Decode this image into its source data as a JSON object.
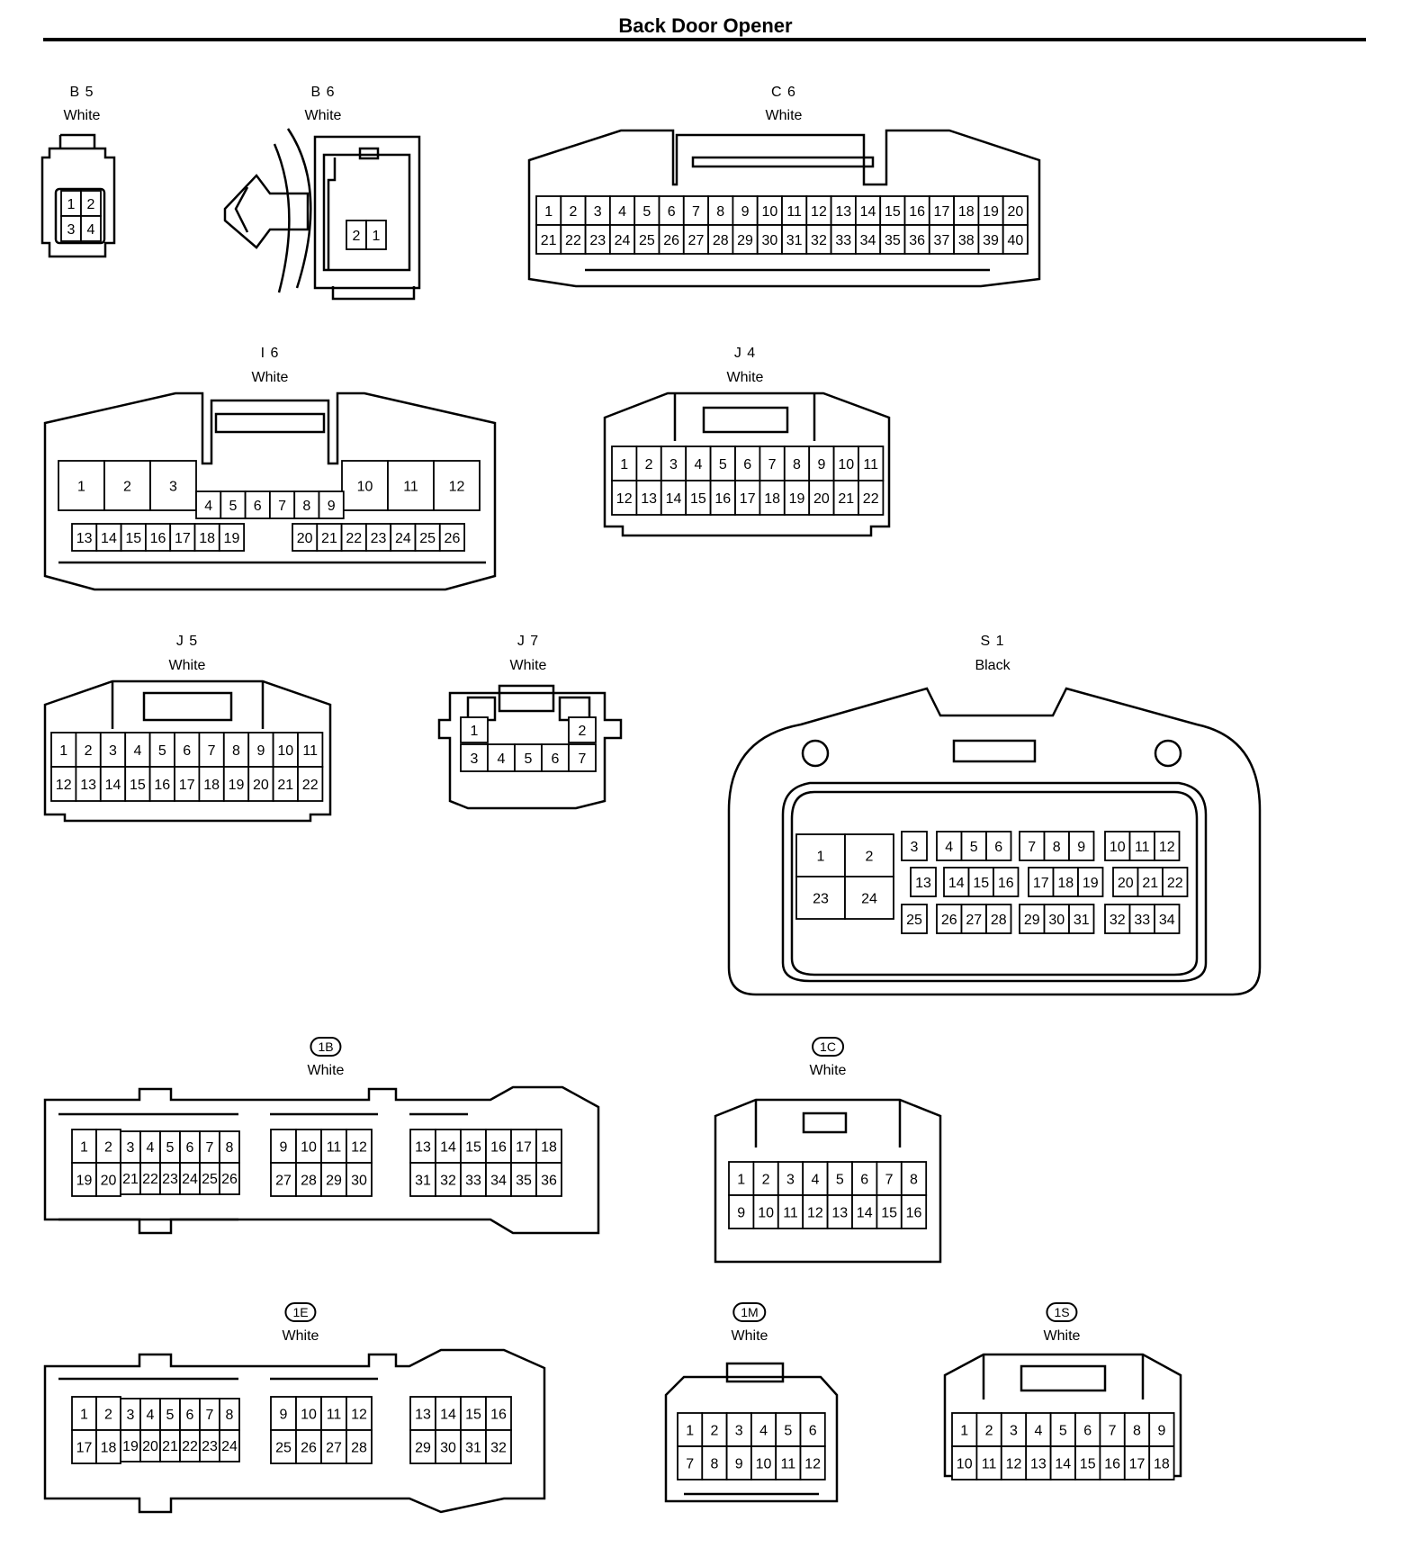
{
  "title": "Back Door Opener",
  "connectors": {
    "B5": {
      "code": "B 5",
      "color": "White",
      "rows": [
        [
          "1",
          "2"
        ],
        [
          "3",
          "4"
        ]
      ]
    },
    "B6": {
      "code": "B 6",
      "color": "White",
      "rows": [
        [
          "2",
          "1"
        ]
      ]
    },
    "C6": {
      "code": "C 6",
      "color": "White",
      "rows": [
        [
          "1",
          "2",
          "3",
          "4",
          "5",
          "6",
          "7",
          "8",
          "9",
          "10",
          "11",
          "12",
          "13",
          "14",
          "15",
          "16",
          "17",
          "18",
          "19",
          "20"
        ],
        [
          "21",
          "22",
          "23",
          "24",
          "25",
          "26",
          "27",
          "28",
          "29",
          "30",
          "31",
          "32",
          "33",
          "34",
          "35",
          "36",
          "37",
          "38",
          "39",
          "40"
        ]
      ]
    },
    "I6": {
      "code": "I 6",
      "color": "White",
      "rows": [
        [
          "1",
          "2",
          "3",
          "10",
          "11",
          "12"
        ],
        [
          "4",
          "5",
          "6",
          "7",
          "8",
          "9"
        ],
        [
          "13",
          "14",
          "15",
          "16",
          "17",
          "18",
          "19",
          "20",
          "21",
          "22",
          "23",
          "24",
          "25",
          "26"
        ]
      ]
    },
    "J4": {
      "code": "J 4",
      "color": "White",
      "rows": [
        [
          "1",
          "2",
          "3",
          "4",
          "5",
          "6",
          "7",
          "8",
          "9",
          "10",
          "11"
        ],
        [
          "12",
          "13",
          "14",
          "15",
          "16",
          "17",
          "18",
          "19",
          "20",
          "21",
          "22"
        ]
      ]
    },
    "J5": {
      "code": "J 5",
      "color": "White",
      "rows": [
        [
          "1",
          "2",
          "3",
          "4",
          "5",
          "6",
          "7",
          "8",
          "9",
          "10",
          "11"
        ],
        [
          "12",
          "13",
          "14",
          "15",
          "16",
          "17",
          "18",
          "19",
          "20",
          "21",
          "22"
        ]
      ]
    },
    "J7": {
      "code": "J 7",
      "color": "White",
      "rows": [
        [
          "1",
          "2"
        ],
        [
          "3",
          "4",
          "5",
          "6",
          "7"
        ]
      ]
    },
    "S1": {
      "code": "S 1",
      "color": "Black",
      "rows": [
        [
          "1",
          "2",
          "3",
          "4",
          "5",
          "6",
          "7",
          "8",
          "9",
          "10",
          "11",
          "12"
        ],
        [
          "23",
          "24",
          "13",
          "14",
          "15",
          "16",
          "17",
          "18",
          "19",
          "20",
          "21",
          "22"
        ],
        [
          "25",
          "26",
          "27",
          "28",
          "29",
          "30",
          "31",
          "32",
          "33",
          "34"
        ]
      ]
    },
    "1B": {
      "code": "1B",
      "color": "White",
      "rows": [
        [
          "1",
          "2",
          "3",
          "4",
          "5",
          "6",
          "7",
          "8",
          "9",
          "10",
          "11",
          "12",
          "13",
          "14",
          "15",
          "16",
          "17",
          "18"
        ],
        [
          "19",
          "20",
          "21",
          "22",
          "23",
          "24",
          "25",
          "26",
          "27",
          "28",
          "29",
          "30",
          "31",
          "32",
          "33",
          "34",
          "35",
          "36"
        ]
      ]
    },
    "1C": {
      "code": "1C",
      "color": "White",
      "rows": [
        [
          "1",
          "2",
          "3",
          "4",
          "5",
          "6",
          "7",
          "8"
        ],
        [
          "9",
          "10",
          "11",
          "12",
          "13",
          "14",
          "15",
          "16"
        ]
      ]
    },
    "1E": {
      "code": "1E",
      "color": "White",
      "rows": [
        [
          "1",
          "2",
          "3",
          "4",
          "5",
          "6",
          "7",
          "8",
          "9",
          "10",
          "11",
          "12",
          "13",
          "14",
          "15",
          "16"
        ],
        [
          "17",
          "18",
          "19",
          "20",
          "21",
          "22",
          "23",
          "24",
          "25",
          "26",
          "27",
          "28",
          "29",
          "30",
          "31",
          "32"
        ]
      ]
    },
    "1M": {
      "code": "1M",
      "color": "White",
      "rows": [
        [
          "1",
          "2",
          "3",
          "4",
          "5",
          "6"
        ],
        [
          "7",
          "8",
          "9",
          "10",
          "11",
          "12"
        ]
      ]
    },
    "1S": {
      "code": "1S",
      "color": "White",
      "rows": [
        [
          "1",
          "2",
          "3",
          "4",
          "5",
          "6",
          "7",
          "8",
          "9"
        ],
        [
          "10",
          "11",
          "12",
          "13",
          "14",
          "15",
          "16",
          "17",
          "18"
        ]
      ]
    }
  }
}
